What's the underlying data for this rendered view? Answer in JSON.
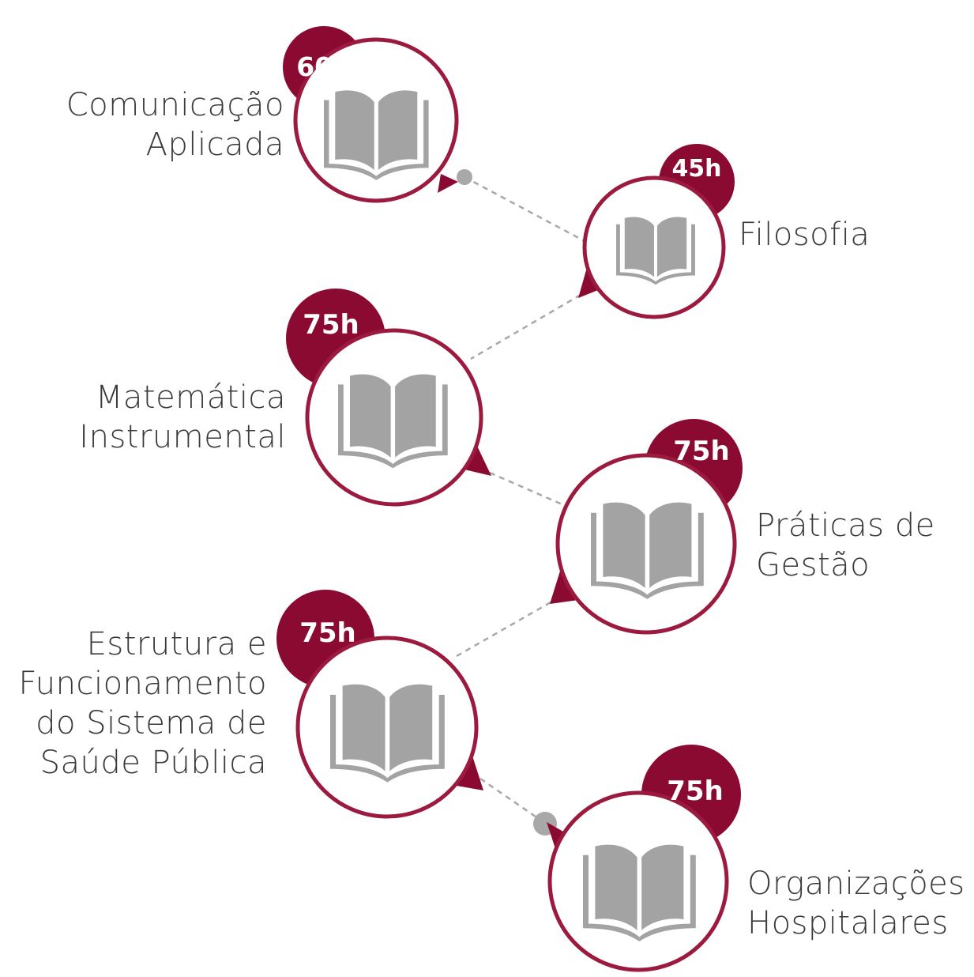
{
  "colors": {
    "accent": "#8b0a32",
    "ring": "#9b1a3e",
    "icon": "#a3a3a3",
    "connector": "#a8a8a8",
    "text": "#3a3a3a"
  },
  "courses": [
    {
      "hours": "60h",
      "lines": [
        "Comunicação",
        "Aplicada"
      ],
      "icon": "open-book-icon"
    },
    {
      "hours": "45h",
      "lines": [
        "Filosofia"
      ],
      "icon": "open-book-icon"
    },
    {
      "hours": "75h",
      "lines": [
        "Matemática",
        "Instrumental"
      ],
      "icon": "open-book-icon"
    },
    {
      "hours": "75h",
      "lines": [
        "Práticas de",
        "Gestão"
      ],
      "icon": "open-book-icon"
    },
    {
      "hours": "75h",
      "lines": [
        "Estrutura e",
        "Funcionamento",
        "do Sistema de",
        "Saúde Pública"
      ],
      "icon": "open-book-icon"
    },
    {
      "hours": "75h",
      "lines": [
        "Organizações",
        "Hospitalares"
      ],
      "icon": "open-book-icon"
    }
  ]
}
